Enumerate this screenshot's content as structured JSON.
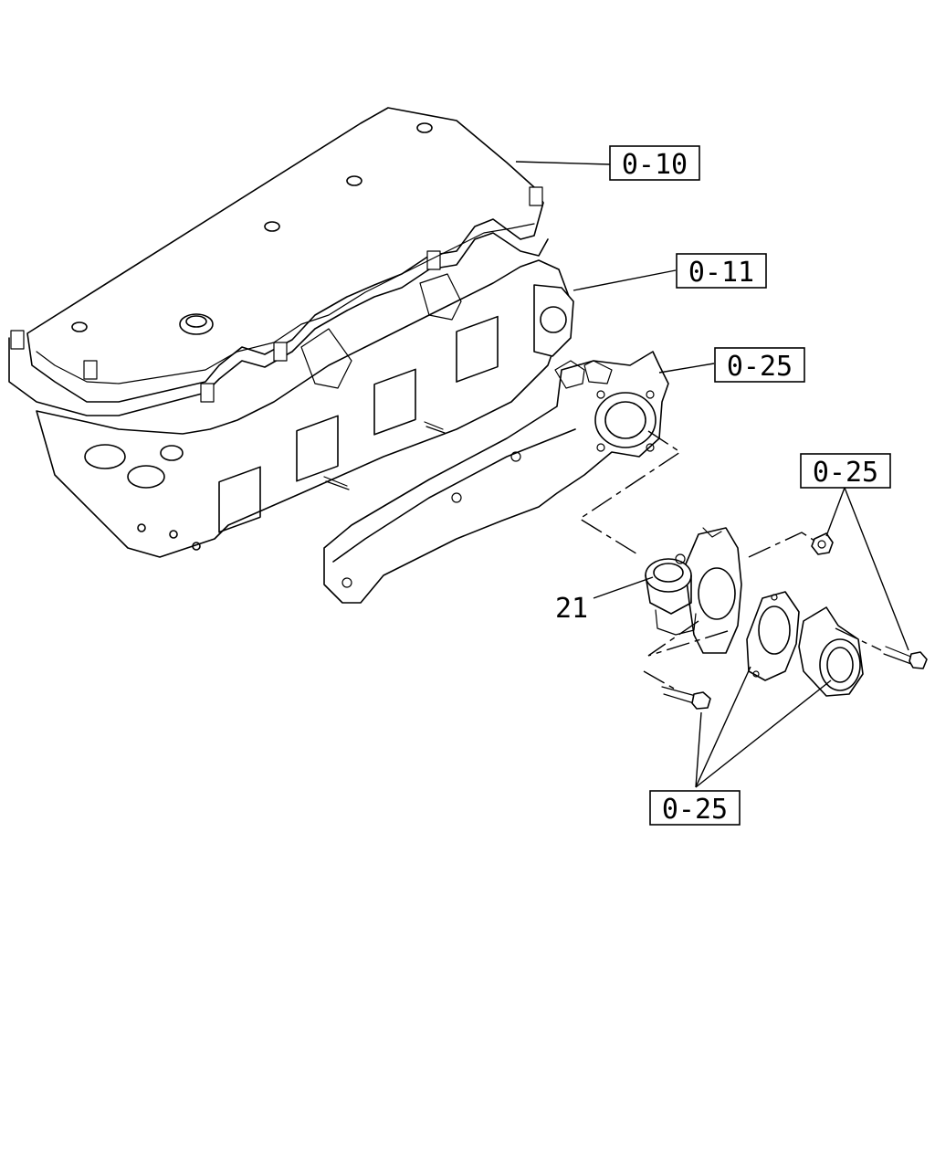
{
  "callouts": {
    "cylinder_head_cover": "0-10",
    "cylinder_head": "0-11",
    "intake_manifold": "0-25",
    "nut_group": "0-25",
    "bolt_group": "0-25"
  },
  "part_number": "21"
}
